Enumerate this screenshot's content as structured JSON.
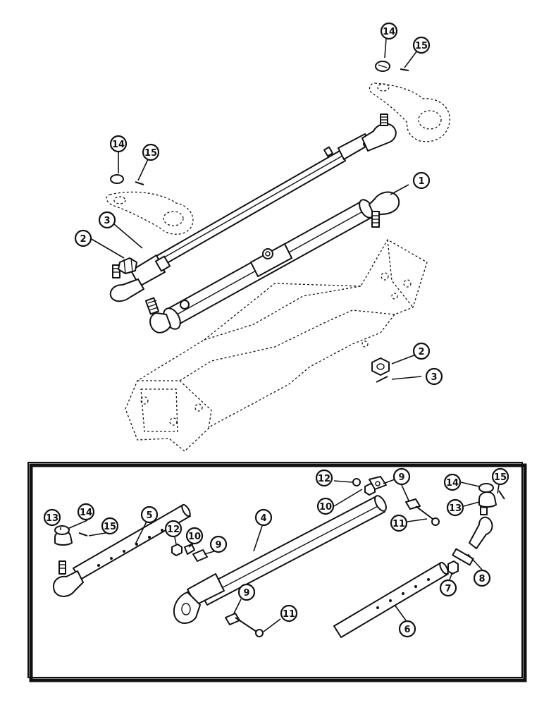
{
  "callouts": {
    "p1": "1",
    "p2": "2",
    "p3": "3",
    "p4": "4",
    "p5": "5",
    "p6": "6",
    "p7": "7",
    "p8": "8",
    "p9": "9",
    "p10": "10",
    "p11": "11",
    "p12": "12",
    "p13": "13",
    "p14": "14",
    "p15": "15"
  },
  "colors": {
    "ink": "#111111",
    "paper": "#ffffff"
  }
}
